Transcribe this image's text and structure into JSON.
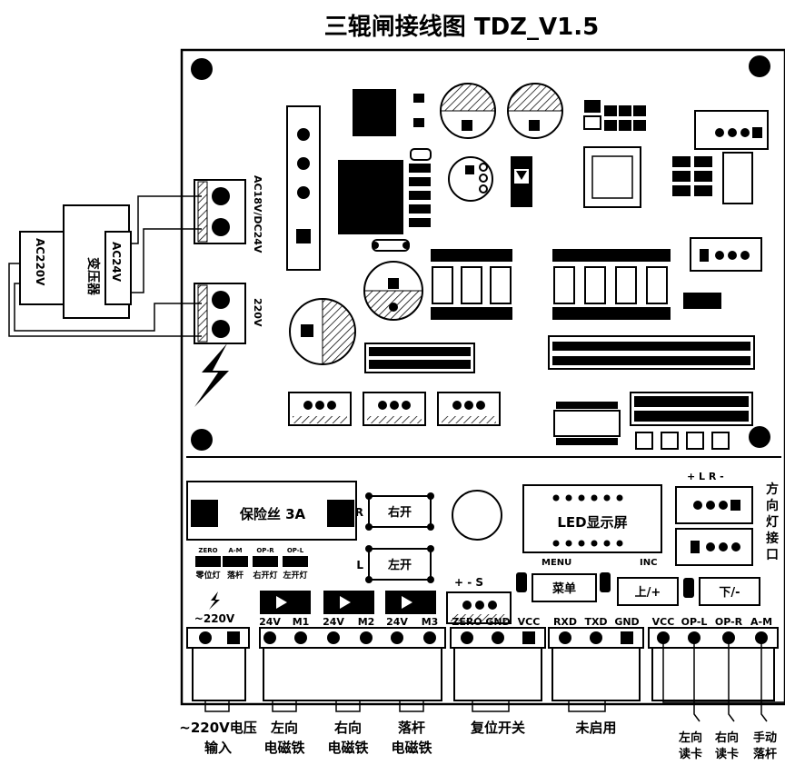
{
  "title": "三辊闸接线图 TDZ_V1.5",
  "transformer": {
    "name": "变压器",
    "primary": "AC220V",
    "secondary": "AC24V"
  },
  "connectors_left": {
    "power_in": "AC18V/DC24V",
    "ac220": "220V"
  },
  "fuse_label": "保险丝 3A",
  "buttons": {
    "right_open": "右开",
    "left_open": "左开",
    "r": "R",
    "l": "L",
    "menu": "菜单",
    "up": "上/+",
    "down": "下/-"
  },
  "led_label": "LED显示屏",
  "led_pins": {
    "menu": "MENU",
    "inc": "INC"
  },
  "reset_pins": "+  -   S",
  "direction": {
    "pins": "+  L  R  -",
    "label": [
      "方",
      "向",
      "灯",
      "接",
      "口"
    ]
  },
  "indicators": [
    {
      "code": "ZERO",
      "name": "零位灯"
    },
    {
      "code": "A-M",
      "name": "落杆"
    },
    {
      "code": "OP-R",
      "name": "右开灯"
    },
    {
      "code": "OP-L",
      "name": "左开灯"
    }
  ],
  "v220_label": "~220V",
  "terminal_labels": [
    "24V",
    "M1",
    "24V",
    "M2",
    "24V",
    "M3",
    "ZERO",
    "GND",
    "VCC",
    "RXD",
    "TXD",
    "GND",
    "VCC",
    "OP-L",
    "OP-R",
    "A-M"
  ],
  "bottom_labels": [
    {
      "l1": "~220V电压",
      "l2": "输入"
    },
    {
      "l1": "左向",
      "l2": "电磁铁"
    },
    {
      "l1": "右向",
      "l2": "电磁铁"
    },
    {
      "l1": "落杆",
      "l2": "电磁铁"
    },
    {
      "l1": "复位开关",
      "l2": ""
    },
    {
      "l1": "未启用",
      "l2": ""
    },
    {
      "l1": "左向",
      "l2": "读卡"
    },
    {
      "l1": "右向",
      "l2": "读卡"
    },
    {
      "l1": "手动",
      "l2": "落杆"
    }
  ]
}
